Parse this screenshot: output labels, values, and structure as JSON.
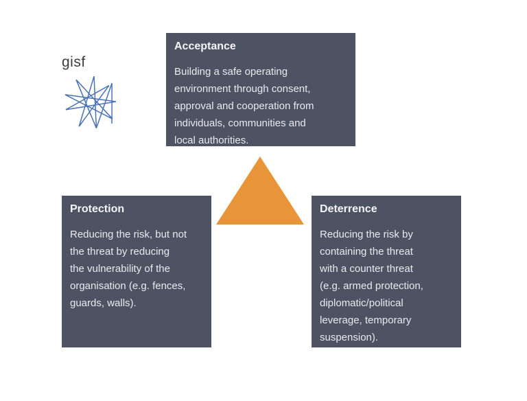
{
  "logo": {
    "text": "gisf"
  },
  "cards": {
    "acceptance": {
      "title": "Acceptance",
      "body": "Building a safe operating\nenvironment through consent,\napproval and cooperation from\nindividuals, communities and\nlocal authorities."
    },
    "protection": {
      "title": "Protection",
      "body": "Reducing the risk, but not\nthe threat by reducing\nthe vulnerability of the\norganisation (e.g. fences,\nguards, walls)."
    },
    "deterrence": {
      "title": "Deterrence",
      "body": "Reducing the risk by\ncontaining the threat\nwith a counter threat\n(e.g. armed protection,\ndiplomatic/political\nleverage, temporary\nsuspension)."
    }
  },
  "colors": {
    "card_background": "#4e5364",
    "card_text": "#e9eaee",
    "triangle_orange": "#e89438",
    "logo_blue": "#4a72b8",
    "logo_text_gray": "#3b3b3b",
    "page_background": "#ffffff"
  }
}
